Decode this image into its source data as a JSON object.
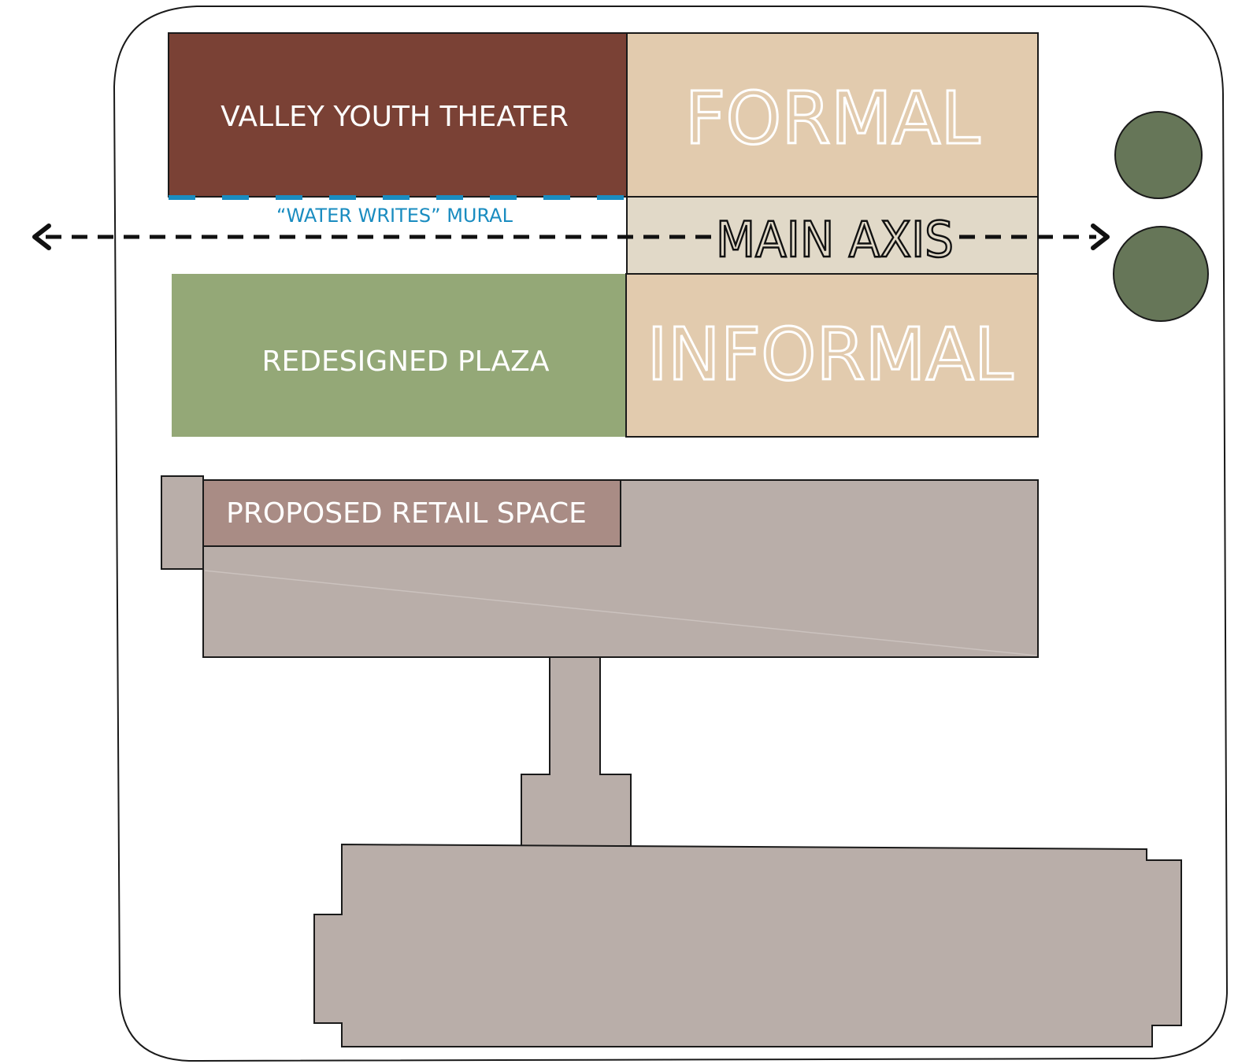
{
  "diagram": {
    "labels": {
      "theater": "VALLEY YOUTH THEATER",
      "formal": "FORMAL",
      "mural": "“WATER WRITES” MURAL",
      "main_axis": "MAIN AXIS",
      "plaza": "REDESIGNED PLAZA",
      "informal": "INFORMAL",
      "retail": "PROPOSED RETAIL SPACE"
    },
    "colors": {
      "theater": "#7a4135",
      "formal_informal": "#e2cbae",
      "main_axis_band": "#e1d9c8",
      "plaza": "#94a877",
      "building": "#b9aea9",
      "retail": "#a98c85",
      "trees": "#667658",
      "mural": "#1a8cc0",
      "axis_arrow": "#111111",
      "outline": "#1a1a1a"
    },
    "icons": {
      "tree": "tree-circle-icon",
      "axis_arrow": "double-arrow-icon"
    }
  }
}
